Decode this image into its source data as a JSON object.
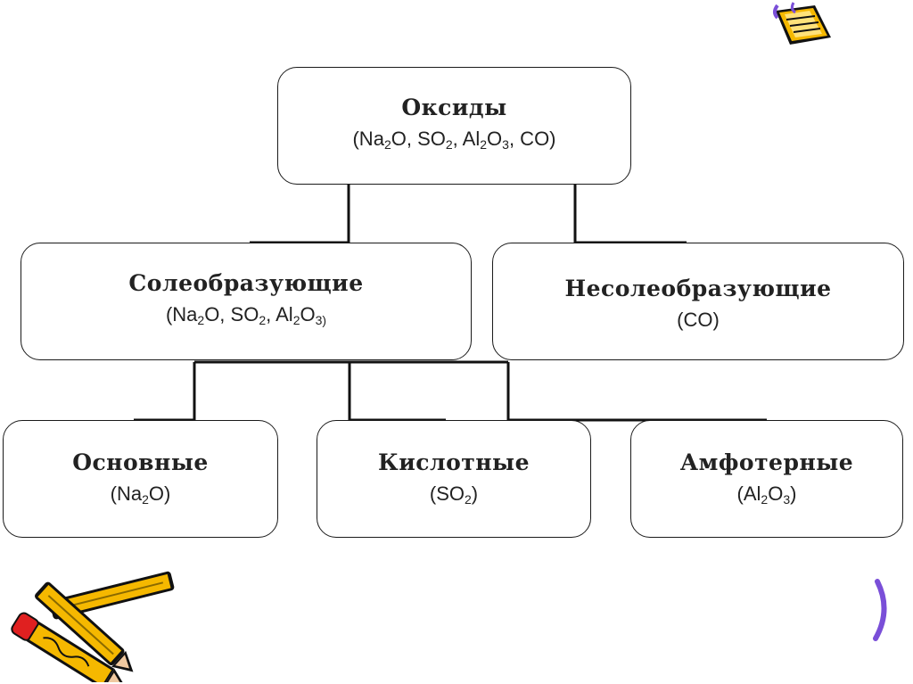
{
  "root": {
    "title": "Оксиды",
    "formula": [
      {
        "t": "(Na"
      },
      {
        "s": "2"
      },
      {
        "t": "O, SO"
      },
      {
        "s": "2"
      },
      {
        "t": ", Al"
      },
      {
        "s": "2"
      },
      {
        "t": "O"
      },
      {
        "s": "3"
      },
      {
        "t": ", CO)"
      }
    ]
  },
  "salt_forming": {
    "title": "Солеобразующие",
    "formula": [
      {
        "t": "(Na"
      },
      {
        "s": "2"
      },
      {
        "t": "O, SO"
      },
      {
        "s": "2"
      },
      {
        "t": ", Al"
      },
      {
        "s": "2"
      },
      {
        "t": "O"
      },
      {
        "s": "3)"
      }
    ]
  },
  "non_salt_forming": {
    "title": "Несолеобразующие",
    "formula": [
      {
        "t": "(CO)"
      }
    ]
  },
  "basic": {
    "title": "Основные",
    "formula": [
      {
        "t": "(Na"
      },
      {
        "s": "2"
      },
      {
        "t": "O)"
      }
    ]
  },
  "acidic": {
    "title": "Кислотные",
    "formula": [
      {
        "t": "(SO"
      },
      {
        "s": "2"
      },
      {
        "t": ")"
      }
    ]
  },
  "amphoteric": {
    "title": "Амфотерные",
    "formula": [
      {
        "t": "(Al"
      },
      {
        "s": "2"
      },
      {
        "t": "O"
      },
      {
        "s": "3"
      },
      {
        "t": ")"
      }
    ]
  },
  "decor": {
    "icons": [
      "pencil-icon",
      "notebook-icon",
      "bracket-icon"
    ],
    "colors": {
      "line": "#111111",
      "pencil": "#f5b800",
      "accent": "#7a4fd8",
      "tip": "#e02020"
    }
  }
}
